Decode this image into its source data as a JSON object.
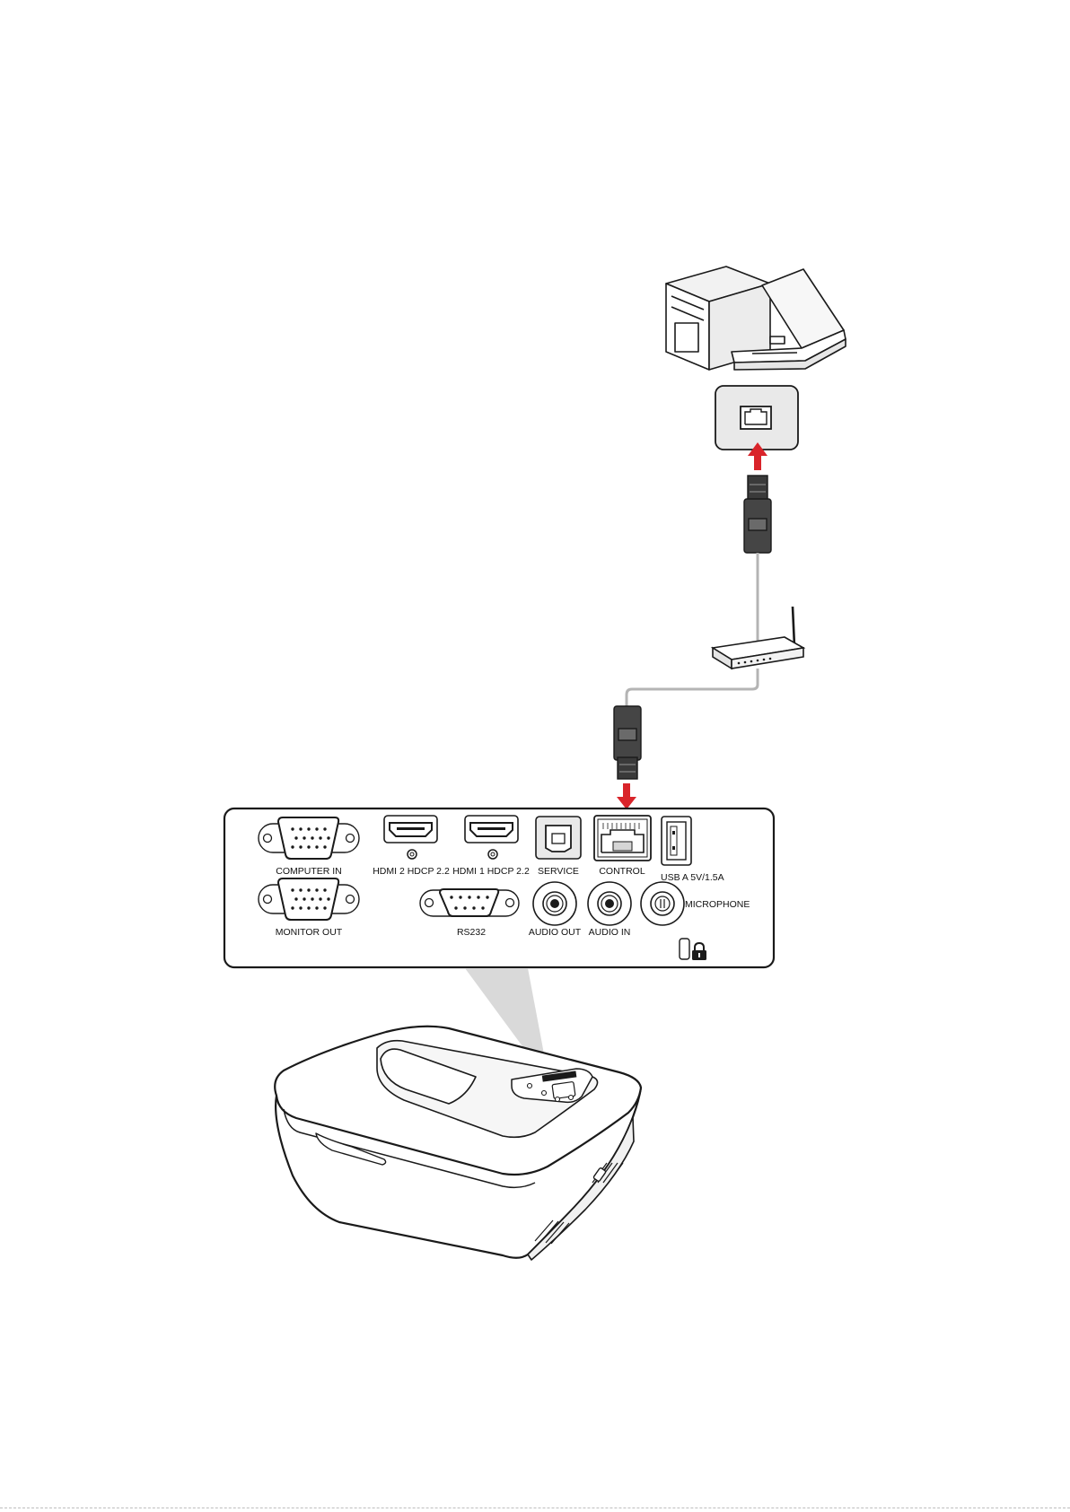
{
  "colors": {
    "arrow": "#d9242a",
    "outline": "#1a1a1a",
    "cable": "#b4b4b4",
    "light_beam": "#d9d9d9"
  },
  "icons": {
    "pc": "desktop-tower-and-laptop-icon",
    "lan_port": "rj45-port-icon",
    "router": "router-icon",
    "plug": "rj45-plug-icon",
    "projector": "projector-icon",
    "lock": "kensington-lock-icon"
  },
  "panel": {
    "computer_in": "COMPUTER IN",
    "monitor_out": "MONITOR OUT",
    "hdmi2": "HDMI 2 HDCP 2.2",
    "hdmi1": "HDMI 1 HDCP 2.2",
    "service": "SERVICE",
    "control": "CONTROL",
    "usb": "USB A 5V/1.5A",
    "rs232": "RS232",
    "audio_out": "AUDIO OUT",
    "audio_in": "AUDIO IN",
    "microphone": "MICROPHONE"
  }
}
